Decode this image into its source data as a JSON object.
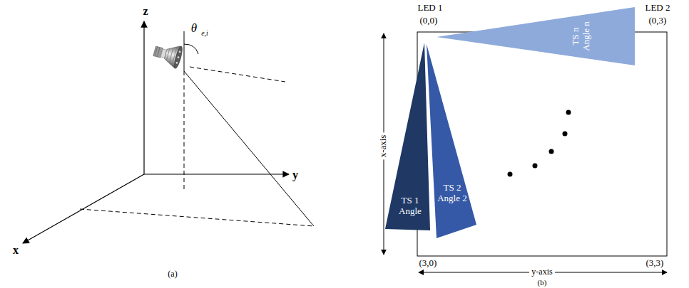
{
  "diagram": {
    "nodes": [
      {
        "text": [
          "TS 1 Angle"
        ]
      },
      {
        "text": [
          "TS 2 Angle 2"
        ]
      },
      {
        "text": [
          "TS n Angle n"
        ]
      }
    ],
    "labels": [
      "z",
      "y",
      "x",
      "θ",
      "e,i",
      "(a)",
      "LED 1",
      "(0,0)",
      "LED 2",
      "(0,3)",
      "x-axis",
      "(3,0)",
      "(3,3)",
      "y-axis",
      "(b)"
    ]
  }
}
